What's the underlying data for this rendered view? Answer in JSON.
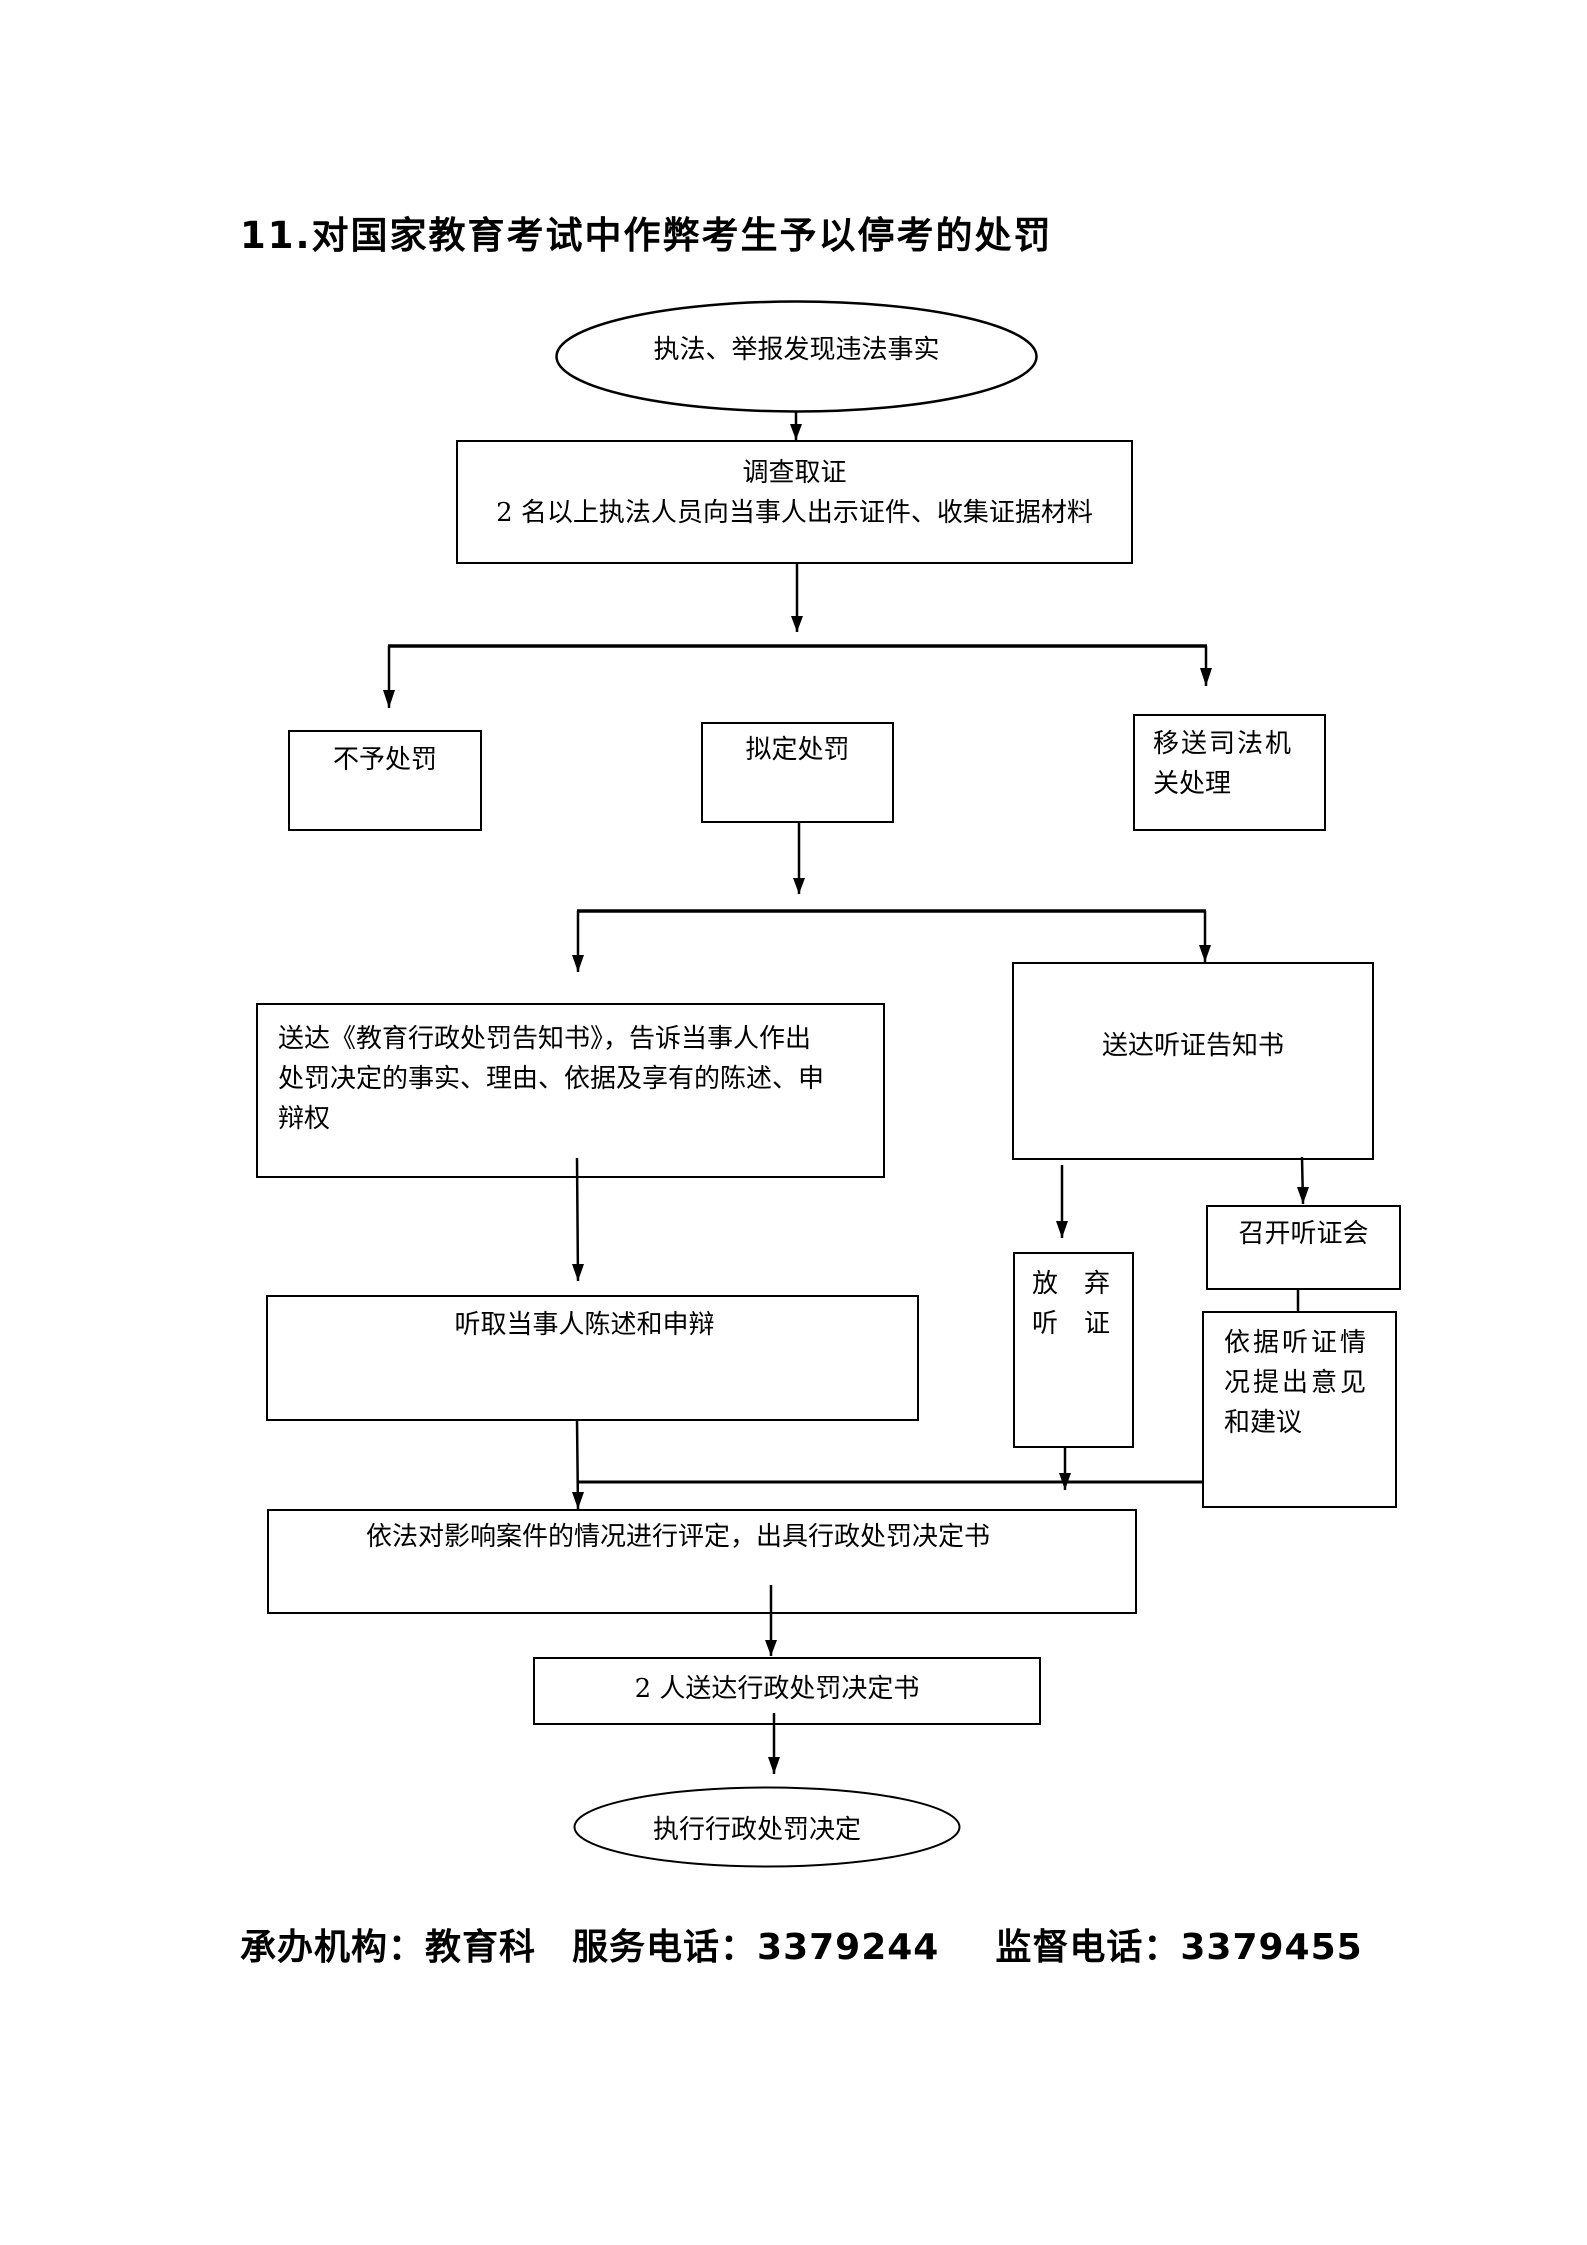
{
  "title": "11.对国家教育考试中作弊考生予以停考的处罚",
  "nodes": {
    "start": "执法、举报发现违法事实",
    "investigate_line1": "调查取证",
    "investigate_line2": "2 名以上执法人员向当事人出示证件、收集证据材料",
    "no_penalty": "不予处罚",
    "propose_penalty": "拟定处罚",
    "transfer_line1": "移送司法机",
    "transfer_line2": "关处理",
    "notice_line1": "送达《教育行政处罚告知书》，告诉当事人作出",
    "notice_line2": "处罚决定的事实、理由、依据及享有的陈述、申",
    "notice_line3": "辩权",
    "hearing_notice": "送达听证告知书",
    "waive_line1": "放　弃",
    "waive_line2": "听　证",
    "hold_hearing": "召开听证会",
    "opinion_line1": "依据听证情",
    "opinion_line2": "况提出意见",
    "opinion_line3": "和建议",
    "listen_statement": "听取当事人陈述和申辩",
    "evaluate": "依法对影响案件的情况进行评定，出具行政处罚决定书",
    "deliver_decision": "2 人送达行政处罚决定书",
    "execute": "执行行政处罚决定"
  },
  "footer": {
    "org_label": "承办机构：教育科",
    "service_label": "服务电话：3379244",
    "supervise_label": "监督电话：3379455"
  }
}
